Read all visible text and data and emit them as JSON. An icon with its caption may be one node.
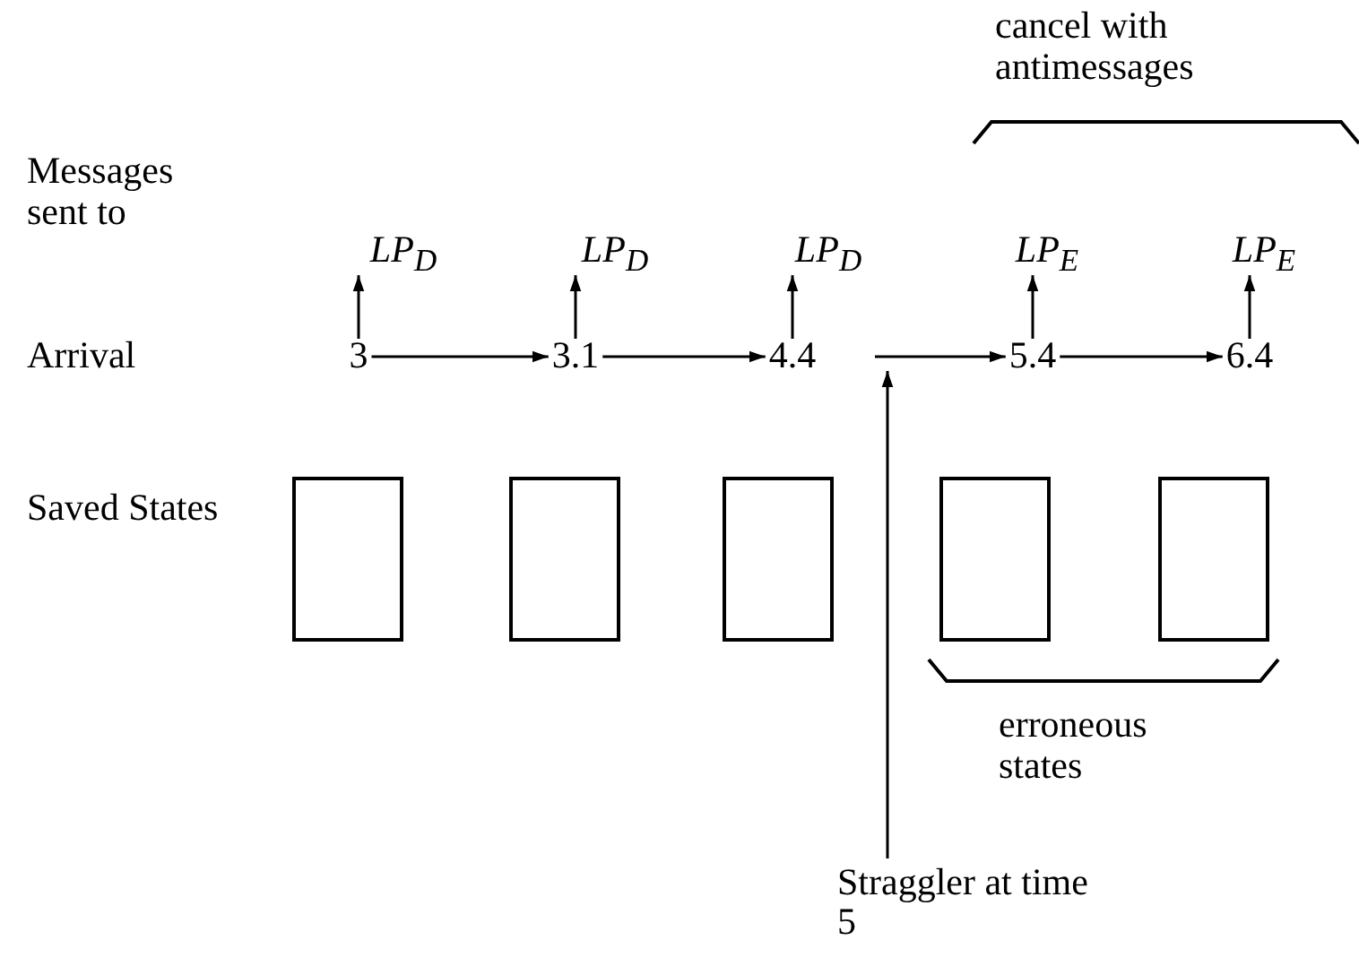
{
  "diagram": {
    "nodes": [
      {
        "text": [
          "LP$_{D}$"
        ]
      },
      {
        "text": [
          "LP$_{D}$"
        ]
      },
      {
        "text": [
          "LP$_{D}$"
        ]
      },
      {
        "text": [
          "LP$_{E}$"
        ]
      },
      {
        "text": [
          "LP$_{E}$"
        ]
      },
      {
        "text": [
          "3"
        ]
      },
      {
        "text": [
          "3.1"
        ]
      },
      {
        "text": [
          "4.4"
        ]
      },
      {
        "text": [
          "5.4"
        ]
      },
      {
        "text": [
          "6.4"
        ]
      },
      {
        "text": [],
        "shape": "box"
      },
      {
        "text": [],
        "shape": "box"
      },
      {
        "text": [],
        "shape": "box"
      },
      {
        "text": [],
        "shape": "box"
      },
      {
        "text": [],
        "shape": "box"
      },
      {
        "text": [
          "Straggler at time 5"
        ]
      }
    ],
    "edges": [
      {
        "from": 5,
        "to": 0,
        "arrow": "to"
      },
      {
        "from": 6,
        "to": 1,
        "arrow": "to"
      },
      {
        "from": 7,
        "to": 2,
        "arrow": "to"
      },
      {
        "from": 8,
        "to": 3,
        "arrow": "to"
      },
      {
        "from": 9,
        "to": 4,
        "arrow": "to"
      },
      {
        "from": 5,
        "to": 6,
        "arrow": "to"
      },
      {
        "from": 6,
        "to": 7,
        "arrow": "to"
      },
      {
        "from": null,
        "to": 8,
        "arrow": "to"
      },
      {
        "from": 8,
        "to": 9,
        "arrow": "to"
      },
      {
        "from": 15,
        "to": null,
        "arrow": "to"
      }
    ],
    "labels": [
      "cancel with antimessages",
      "Messages sent to",
      "Arrival",
      "Saved States",
      "erroneous states"
    ]
  }
}
